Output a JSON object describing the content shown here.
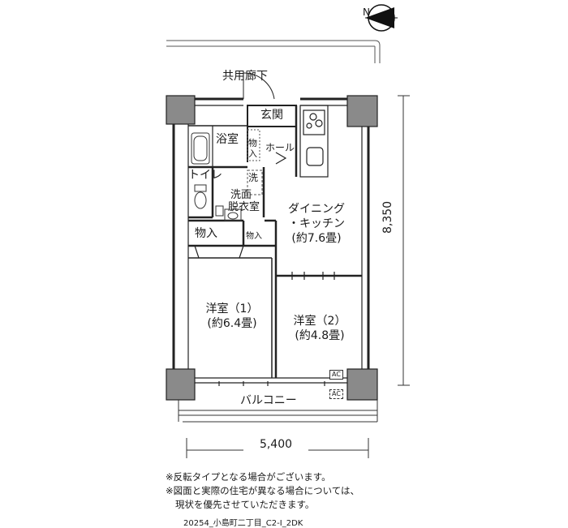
{
  "compass": {
    "label": "N"
  },
  "labels": {
    "corridor": "共用廊下",
    "entrance": "玄関",
    "bath": "浴室",
    "storage_hall": "物入",
    "hall": "ホール",
    "toilet": "トイレ",
    "wash_mark": "洗",
    "washroom_line1": "洗面",
    "washroom_line2": "脱衣室",
    "storage_left": "物入",
    "storage_small": "物入",
    "dk_line1": "ダイニング",
    "dk_line2": "・キッチン",
    "dk_line3": "(約7.6畳)",
    "room1_line1": "洋室（1）",
    "room1_line2": "(約6.4畳)",
    "room2_line1": "洋室（2）",
    "room2_line2": "(約4.8畳)",
    "balcony": "バルコニー",
    "ac1": "AC",
    "ac2": "AC"
  },
  "dimensions": {
    "width": "5,400",
    "depth": "8,350"
  },
  "notes": {
    "line1": "※反転タイプとなる場合がございます。",
    "line2": "※図面と実際の住宅が異なる場合については、",
    "line3": "現状を優先させていただきます。"
  },
  "footer": {
    "code": "20254_小島町二丁目_C2-I_2DK"
  }
}
